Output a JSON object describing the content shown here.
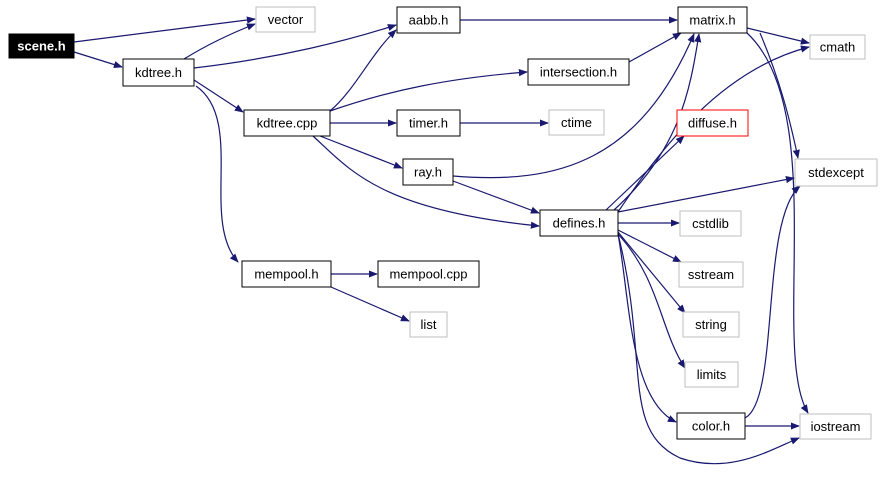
{
  "colors": {
    "edge": "#191970",
    "documented_border": "#000000",
    "external_border": "#bfbfbf",
    "highlight_border": "#ff0000",
    "root_fill": "#000000",
    "root_text": "#ffffff",
    "text": "#000000"
  },
  "nodes": [
    {
      "id": "scene_h",
      "label": "scene.h",
      "kind": "root"
    },
    {
      "id": "vector",
      "label": "vector",
      "kind": "external"
    },
    {
      "id": "kdtree_h",
      "label": "kdtree.h",
      "kind": "documented"
    },
    {
      "id": "aabb_h",
      "label": "aabb.h",
      "kind": "documented"
    },
    {
      "id": "matrix_h",
      "label": "matrix.h",
      "kind": "documented"
    },
    {
      "id": "cmath",
      "label": "cmath",
      "kind": "external"
    },
    {
      "id": "intersection_h",
      "label": "intersection.h",
      "kind": "documented"
    },
    {
      "id": "kdtree_cpp",
      "label": "kdtree.cpp",
      "kind": "documented"
    },
    {
      "id": "timer_h",
      "label": "timer.h",
      "kind": "documented"
    },
    {
      "id": "ctime",
      "label": "ctime",
      "kind": "external"
    },
    {
      "id": "diffuse_h",
      "label": "diffuse.h",
      "kind": "highlight"
    },
    {
      "id": "ray_h",
      "label": "ray.h",
      "kind": "documented"
    },
    {
      "id": "stdexcept",
      "label": "stdexcept",
      "kind": "external"
    },
    {
      "id": "defines_h",
      "label": "defines.h",
      "kind": "documented"
    },
    {
      "id": "cstdlib",
      "label": "cstdlib",
      "kind": "external"
    },
    {
      "id": "mempool_h",
      "label": "mempool.h",
      "kind": "documented"
    },
    {
      "id": "mempool_cpp",
      "label": "mempool.cpp",
      "kind": "documented"
    },
    {
      "id": "sstream",
      "label": "sstream",
      "kind": "external"
    },
    {
      "id": "list",
      "label": "list",
      "kind": "external"
    },
    {
      "id": "string",
      "label": "string",
      "kind": "external"
    },
    {
      "id": "limits",
      "label": "limits",
      "kind": "external"
    },
    {
      "id": "color_h",
      "label": "color.h",
      "kind": "documented"
    },
    {
      "id": "iostream",
      "label": "iostream",
      "kind": "external"
    }
  ],
  "edges": [
    {
      "from": "scene_h",
      "to": "vector"
    },
    {
      "from": "scene_h",
      "to": "kdtree_h"
    },
    {
      "from": "kdtree_h",
      "to": "vector"
    },
    {
      "from": "kdtree_h",
      "to": "aabb_h"
    },
    {
      "from": "kdtree_h",
      "to": "kdtree_cpp"
    },
    {
      "from": "kdtree_h",
      "to": "mempool_h"
    },
    {
      "from": "aabb_h",
      "to": "matrix_h"
    },
    {
      "from": "matrix_h",
      "to": "cmath"
    },
    {
      "from": "matrix_h",
      "to": "stdexcept"
    },
    {
      "from": "matrix_h",
      "to": "iostream"
    },
    {
      "from": "intersection_h",
      "to": "matrix_h"
    },
    {
      "from": "kdtree_cpp",
      "to": "aabb_h"
    },
    {
      "from": "kdtree_cpp",
      "to": "intersection_h"
    },
    {
      "from": "kdtree_cpp",
      "to": "timer_h"
    },
    {
      "from": "kdtree_cpp",
      "to": "ray_h"
    },
    {
      "from": "kdtree_cpp",
      "to": "defines_h"
    },
    {
      "from": "timer_h",
      "to": "ctime"
    },
    {
      "from": "ray_h",
      "to": "matrix_h"
    },
    {
      "from": "ray_h",
      "to": "defines_h"
    },
    {
      "from": "defines_h",
      "to": "matrix_h"
    },
    {
      "from": "defines_h",
      "to": "cmath"
    },
    {
      "from": "defines_h",
      "to": "diffuse_h"
    },
    {
      "from": "defines_h",
      "to": "stdexcept"
    },
    {
      "from": "defines_h",
      "to": "cstdlib"
    },
    {
      "from": "defines_h",
      "to": "sstream"
    },
    {
      "from": "defines_h",
      "to": "string"
    },
    {
      "from": "defines_h",
      "to": "limits"
    },
    {
      "from": "defines_h",
      "to": "color_h"
    },
    {
      "from": "defines_h",
      "to": "iostream"
    },
    {
      "from": "mempool_h",
      "to": "mempool_cpp"
    },
    {
      "from": "mempool_h",
      "to": "list"
    },
    {
      "from": "color_h",
      "to": "stdexcept"
    },
    {
      "from": "color_h",
      "to": "iostream"
    }
  ]
}
